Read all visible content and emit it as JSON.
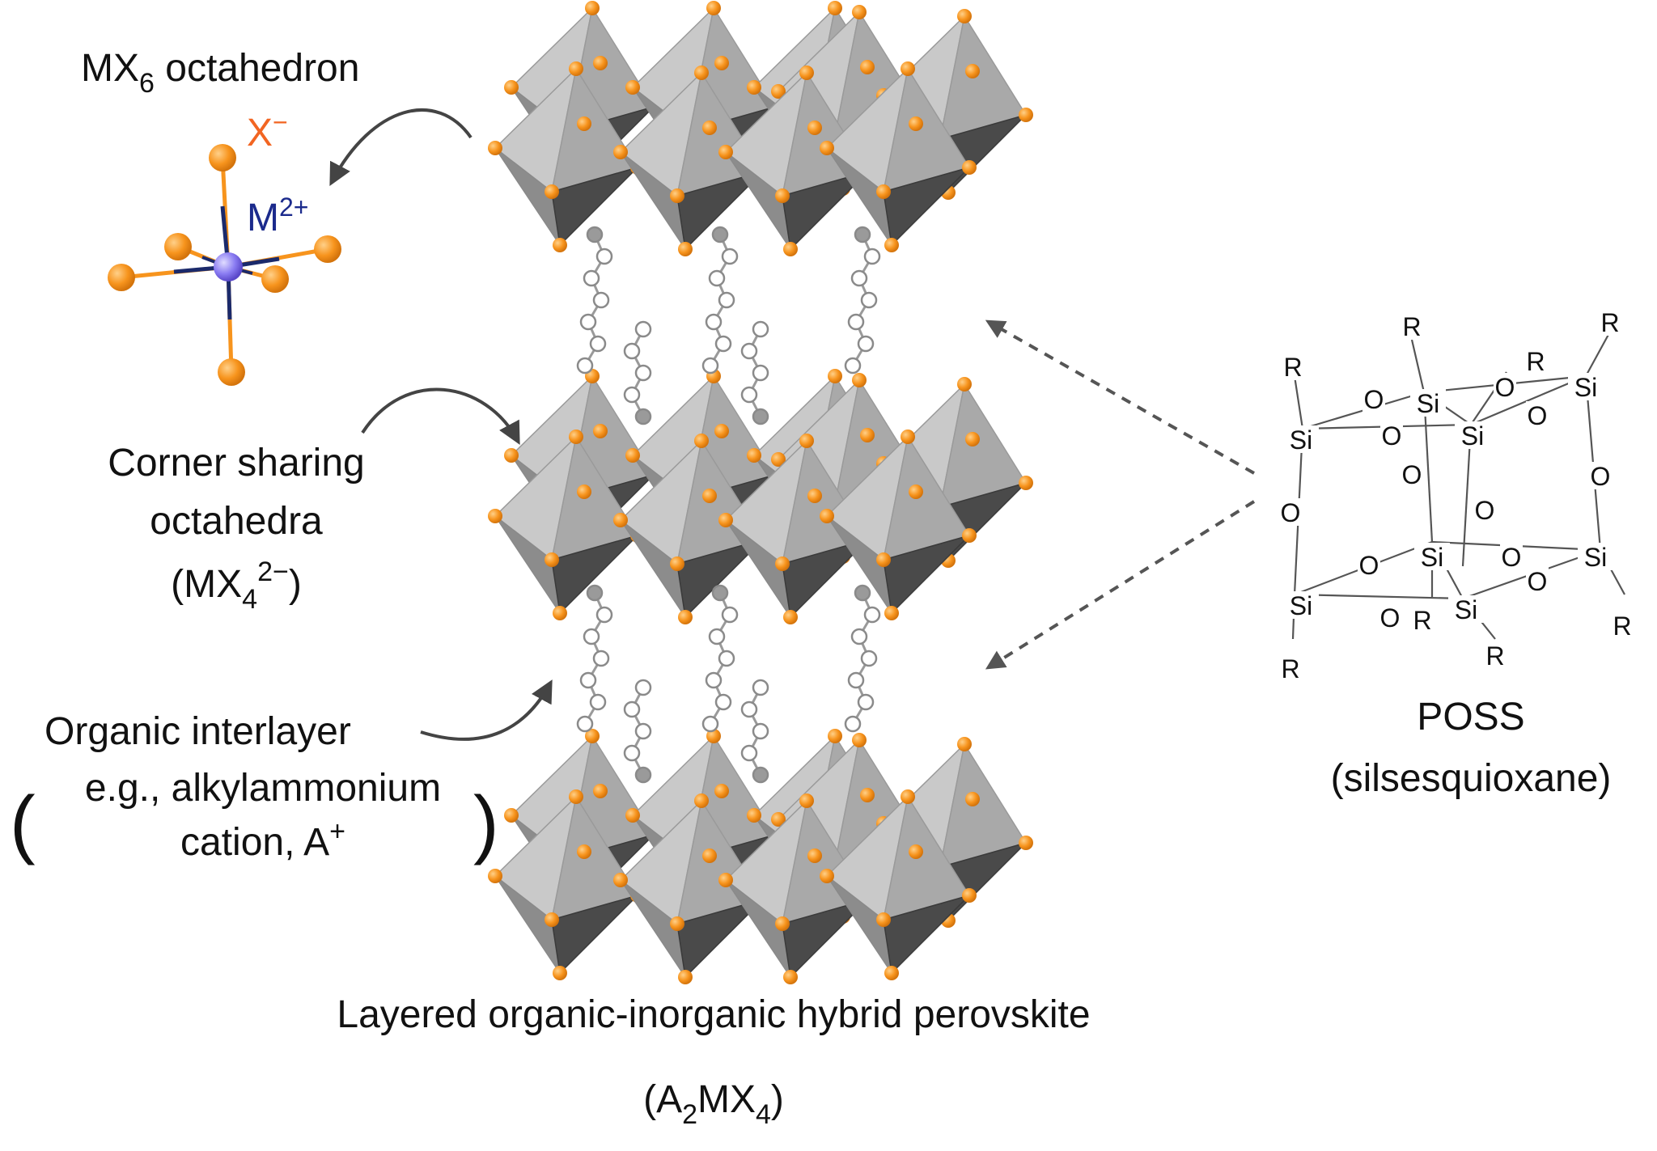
{
  "octahedron_label": {
    "main": "MX",
    "sub": "6",
    "rest": " octahedron"
  },
  "anion_label": {
    "main": "X",
    "sup": "−"
  },
  "cation_label": {
    "main": "M",
    "sup": "2+"
  },
  "corner_label": {
    "line1": "Corner sharing",
    "line2": "octahedra",
    "open": "(MX",
    "sub": "4",
    "sup": "2−",
    "close": ")"
  },
  "organic_label": {
    "line1": "Organic interlayer",
    "paren_open": "(",
    "line2": "e.g., alkylammonium",
    "line3": "cation, A",
    "line3_sup": "+",
    "paren_close": ")"
  },
  "poss_label": {
    "line1": "POSS",
    "line2": "(silsesquioxane)"
  },
  "caption": {
    "line1": "Layered organic-inorganic hybrid perovskite",
    "f_open": "(A",
    "f_sub1": "2",
    "f_mid": "MX",
    "f_sub2": "4",
    "f_close": ")"
  },
  "poss_atoms": {
    "si": "Si",
    "o": "O",
    "r": "R"
  },
  "colors": {
    "halide_orange": "#f7941d",
    "metal_violet": "#7b68ee",
    "octahedron_gray": "#b9b9b9",
    "arrow_gray": "#444444",
    "dashed_arrow": "#555555",
    "label_orange": "#f26522",
    "label_navy": "#1b2a8c"
  }
}
